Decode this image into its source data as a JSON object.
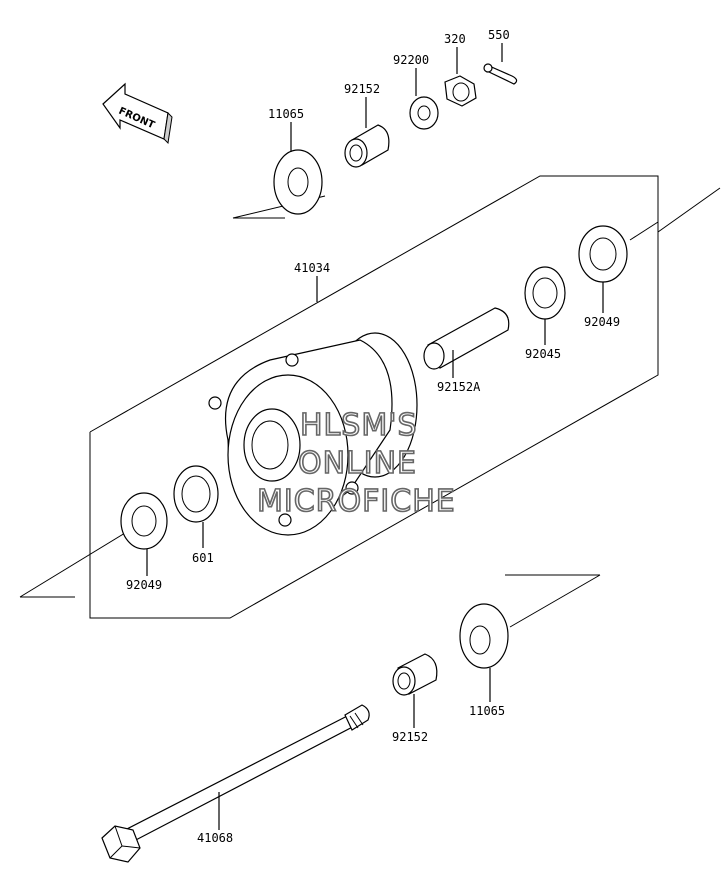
{
  "labels": {
    "p550": "550",
    "p320": "320",
    "p92200": "92200",
    "p92152_top": "92152",
    "p11065_top": "11065",
    "p41034": "41034",
    "p92049_right": "92049",
    "p92045": "92045",
    "p92152A": "92152A",
    "p601": "601",
    "p92049_left": "92049",
    "p11065_bottom": "11065",
    "p92152_bottom": "92152",
    "p41068": "41068"
  },
  "front_arrow": "FRONT",
  "watermark": {
    "line1": "HLSM'S",
    "line2": "ONLINE",
    "line3": "MICROFICHE"
  }
}
